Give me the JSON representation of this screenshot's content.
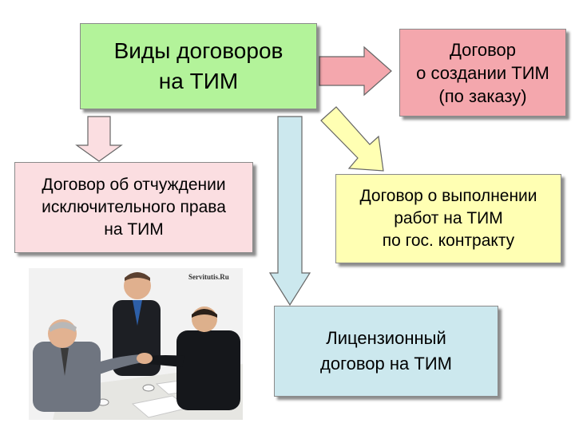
{
  "diagram": {
    "main": "Виды договоров\nна ТИМ",
    "custom_order": "Договор\nо создании ТИМ\n(по заказу)",
    "alienation": "Договор об отчуждении\nисключительного права\nна ТИМ",
    "state_contract": "Договор о выполнении\nработ на ТИМ\nпо гос. контракту",
    "license": "Лицензионный\nдоговор на ТИМ"
  },
  "photo": {
    "watermark": "Servitutis.Ru",
    "subject": "business-handshake-photo"
  },
  "colors": {
    "main_fill": "#b3f39a",
    "custom_fill": "#f4a7ad",
    "alienation_fill": "#fbdee1",
    "contract_fill": "#ffffb3",
    "license_fill": "#cce8ee",
    "arrow_red": "#f4a7ad",
    "arrow_pink": "#fbdee1",
    "arrow_yellow": "#ffffb3",
    "arrow_blue": "#cce8ee"
  }
}
